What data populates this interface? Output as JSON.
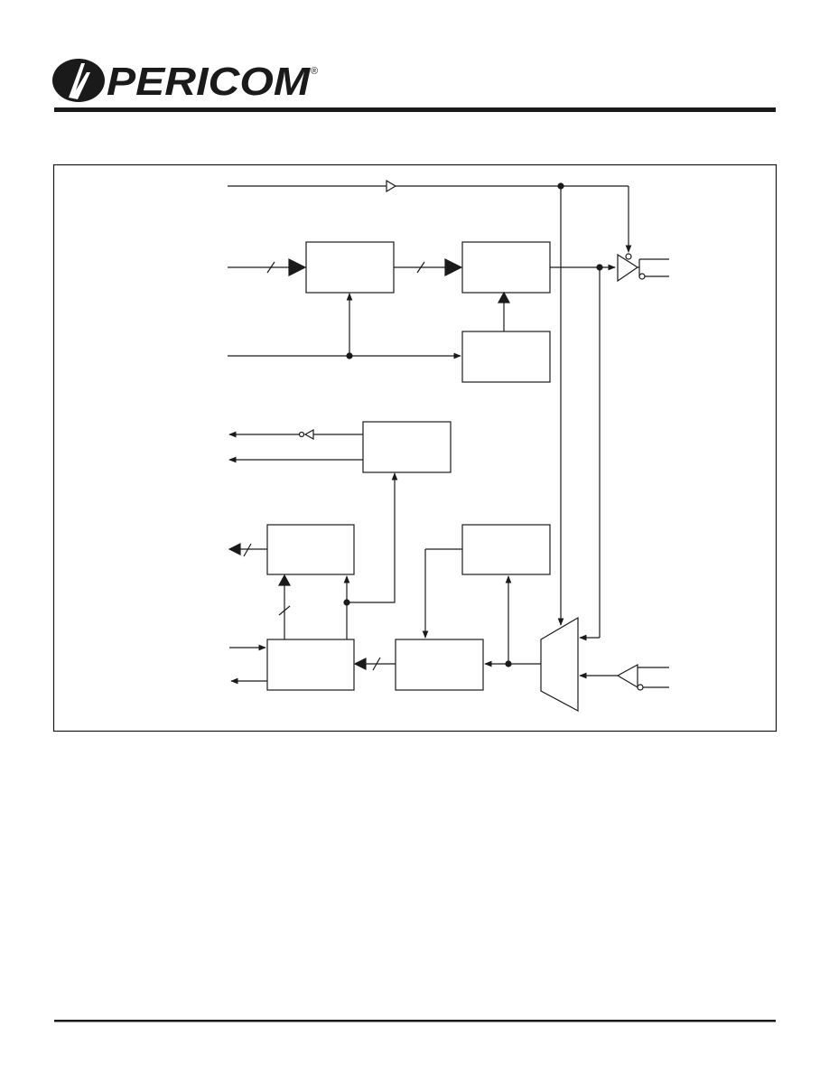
{
  "header": {
    "logo_text": "PERICOM",
    "registered_mark": "®"
  },
  "colors": {
    "ink": "#1a1a1a",
    "background": "#ffffff"
  },
  "diagram": {
    "blocks": [
      "block-1",
      "block-2",
      "block-3",
      "block-4",
      "block-5",
      "block-6",
      "block-7",
      "block-8"
    ]
  }
}
